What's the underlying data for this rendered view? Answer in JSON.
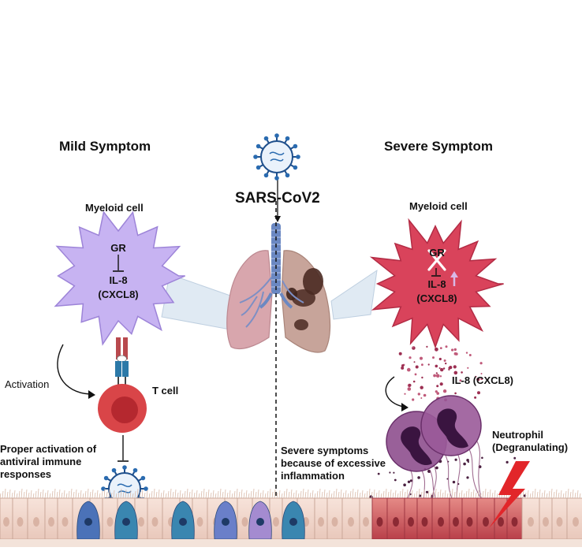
{
  "mild": {
    "title": "Mild Symptom",
    "myeloid_label": "Myeloid cell",
    "gr": "GR",
    "il8": "IL-8",
    "cxcl8": "(CXCL8)",
    "activation": "Activation",
    "tcell": "T cell",
    "outcome": [
      "Proper activation of",
      "antiviral immune",
      "responses"
    ]
  },
  "center": {
    "virus_label": "SARS-CoV2"
  },
  "severe": {
    "title": "Severe Symptom",
    "myeloid_label": "Myeloid cell",
    "gr": "GR",
    "il8": "IL-8",
    "cxcl8": "(CXCL8)",
    "release_label": "IL-8 (CXCL8)",
    "neutrophil": [
      "Neutrophil",
      "(Degranulating)"
    ],
    "outcome": [
      "Severe symptoms",
      "because of excessive",
      "inflammation"
    ]
  },
  "colors": {
    "mild_cell": "#c7b3f2",
    "mild_cell_stroke": "#9d84d8",
    "severe_cell": "#d9435b",
    "severe_cell_stroke": "#b32c45",
    "tcell": "#d94548",
    "neutrophil": "#8e4f8e",
    "lung": "#d8a6ad",
    "trachea": "#6b88c2",
    "epithelium": "#f0d8cc",
    "epithelium_inflamed": "#c9585a",
    "lightning": "#e2262a"
  },
  "icons": [
    "virus-icon",
    "lung-icon",
    "lightning-icon",
    "receptor-icon"
  ]
}
